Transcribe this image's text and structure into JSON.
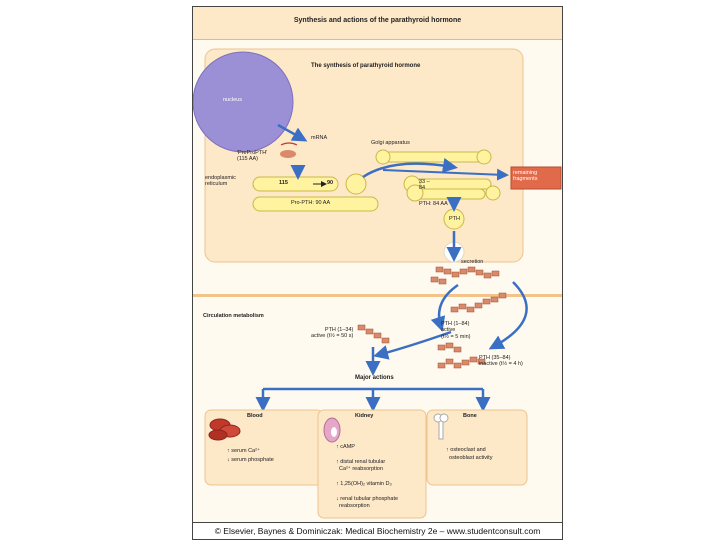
{
  "title": "Synthesis and actions of the parathyroid hormone",
  "synthesis": {
    "heading": "The synthesis of parathyroid hormone",
    "nucleus": "nucleus",
    "mrna": "mRNA",
    "preprepth": "'PreProPTH'\n(115 AA)",
    "er": "endoplasmic\nreticulum",
    "golgi": "Golgi apparatus",
    "chain_115": "115",
    "chain_90": "90",
    "propth": "Pro-PTH: 90 AA",
    "fragments": "33 ‒\n84",
    "pth84": "PTH:  84 AA",
    "pth_vesicle": "PTH",
    "remaining": "remaining\nfragments",
    "secretion": "secretion"
  },
  "circulation": {
    "heading": "Circulation metabolism",
    "pth_1_34": "PTH (1–34)\nactive (t½ = 50 s)",
    "pth_1_84": "PTH (1–84)\nactive\n(t½ = 5 min)",
    "pth_35_84": "PTH (35–84)\ninactive (t½ = 4 h)",
    "major": "Major actions"
  },
  "actions": {
    "blood": {
      "title": "Blood",
      "lines": "↑ serum Ca²⁺\n↓ serum phosphate"
    },
    "kidney": {
      "title": "Kidney",
      "lines": "↑ cAMP\n\n↑ distal renal tubular\n  Ca²⁺ reabsorption\n\n↑ 1,25(OH)₂ vitamin D₃\n\n↓ renal tubular phosphate\n  reabsorption"
    },
    "bone": {
      "title": "Bone",
      "lines": "↑ osteoclast and\n  osteoblast activity"
    }
  },
  "footer": "© Elsevier, Baynes & Dominiczak: Medical Biochemistry 2e – www.studentconsult.com",
  "colors": {
    "panel": "#fde8c8",
    "nucleus": "#9b8fd6",
    "golgi": "#fff3a0",
    "arrow": "#3a6fc4",
    "chain": "#d98a6a",
    "band": "#f3c48a"
  }
}
